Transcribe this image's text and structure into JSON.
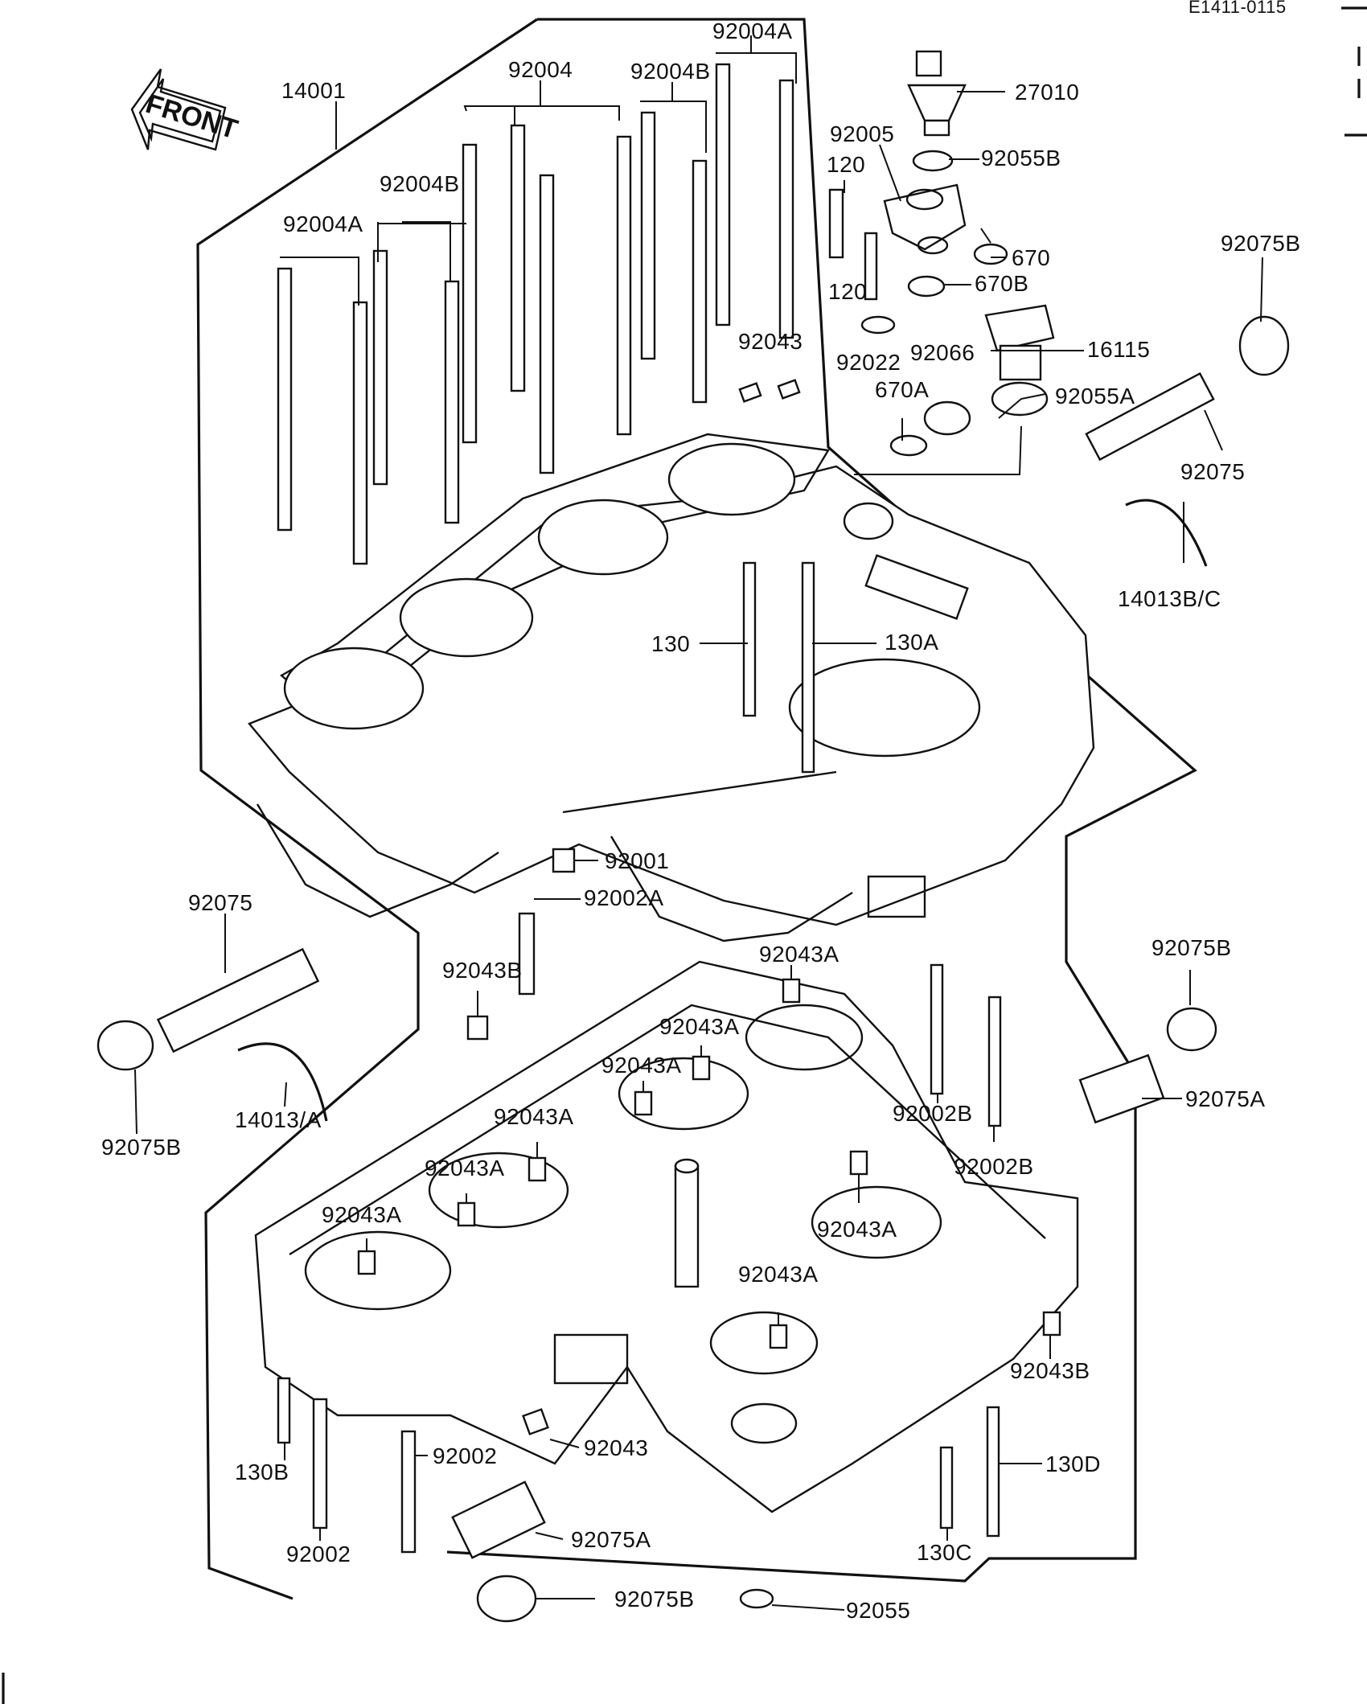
{
  "doc_code": "E1411-0115",
  "front_arrow": "FRONT",
  "labels": {
    "p14001": "14001",
    "p92004": "92004",
    "p92004A_top": "92004A",
    "p92004B_top": "92004B",
    "p92004B_left": "92004B",
    "p92004A_left": "92004A",
    "p27010": "27010",
    "p92005": "92005",
    "p92055B": "92055B",
    "p120_a": "120",
    "p120_b": "120",
    "p670": "670",
    "p670B": "670B",
    "p92075B_top": "92075B",
    "p92043_top": "92043",
    "p92022": "92022",
    "p92066": "92066",
    "p16115": "16115",
    "p670A": "670A",
    "p92055A": "92055A",
    "p92075_right": "92075",
    "p14013BC": "14013B/C",
    "p130": "130",
    "p130A": "130A",
    "p92001": "92001",
    "p92002A": "92002A",
    "p92075_left": "92075",
    "p92075B_left": "92075B",
    "p14013A": "14013/A",
    "p92043B_top": "92043B",
    "p92043A_1": "92043A",
    "p92043A_2": "92043A",
    "p92043A_3": "92043A",
    "p92043A_4": "92043A",
    "p92043A_5": "92043A",
    "p92043A_6": "92043A",
    "p92043A_7": "92043A",
    "p92043A_8": "92043A",
    "p92075B_right": "92075B",
    "p92002B_1": "92002B",
    "p92002B_2": "92002B",
    "p92075A_right": "92075A",
    "p92043B_bottom": "92043B",
    "p130B": "130B",
    "p92002_a": "92002",
    "p92002_b": "92002",
    "p92043_bottom": "92043",
    "p130D": "130D",
    "p130C": "130C",
    "p92075A_bottom": "92075A",
    "p92075B_bottom": "92075B",
    "p92055": "92055"
  }
}
